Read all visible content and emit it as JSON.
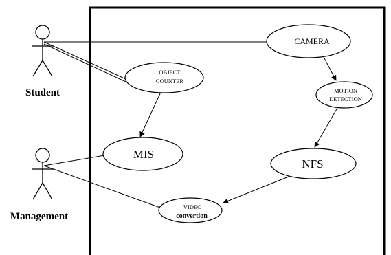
{
  "actors": {
    "student": "Student",
    "management": "Management"
  },
  "use_cases": {
    "camera": "CAMERA",
    "object_counter_line1": "OBJECT",
    "object_counter_line2": "COUNTER",
    "motion_detection_line1": "MOTION",
    "motion_detection_line2": "DETECTION",
    "mis": "MIS",
    "nfs": "NFS",
    "video_conversion_line1": "VIDEO",
    "video_conversion_line2": "convertion"
  },
  "colors": {
    "stroke": "#000000",
    "background": "#ffffff"
  }
}
